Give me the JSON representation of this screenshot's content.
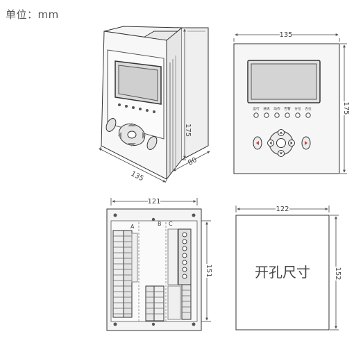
{
  "unit_label": "单位：mm",
  "views": {
    "iso": {
      "width": "135",
      "height": "175",
      "depth": "80"
    },
    "front": {
      "width": "135",
      "height": "175",
      "indicators": [
        "运行",
        "通讯",
        "动作",
        "告警",
        "分位",
        "合位"
      ]
    },
    "rear": {
      "width": "121",
      "height": "151",
      "terminals": [
        "A",
        "B",
        "C"
      ]
    },
    "cutout": {
      "width": "122",
      "height": "152",
      "label": "开孔尺寸"
    }
  }
}
